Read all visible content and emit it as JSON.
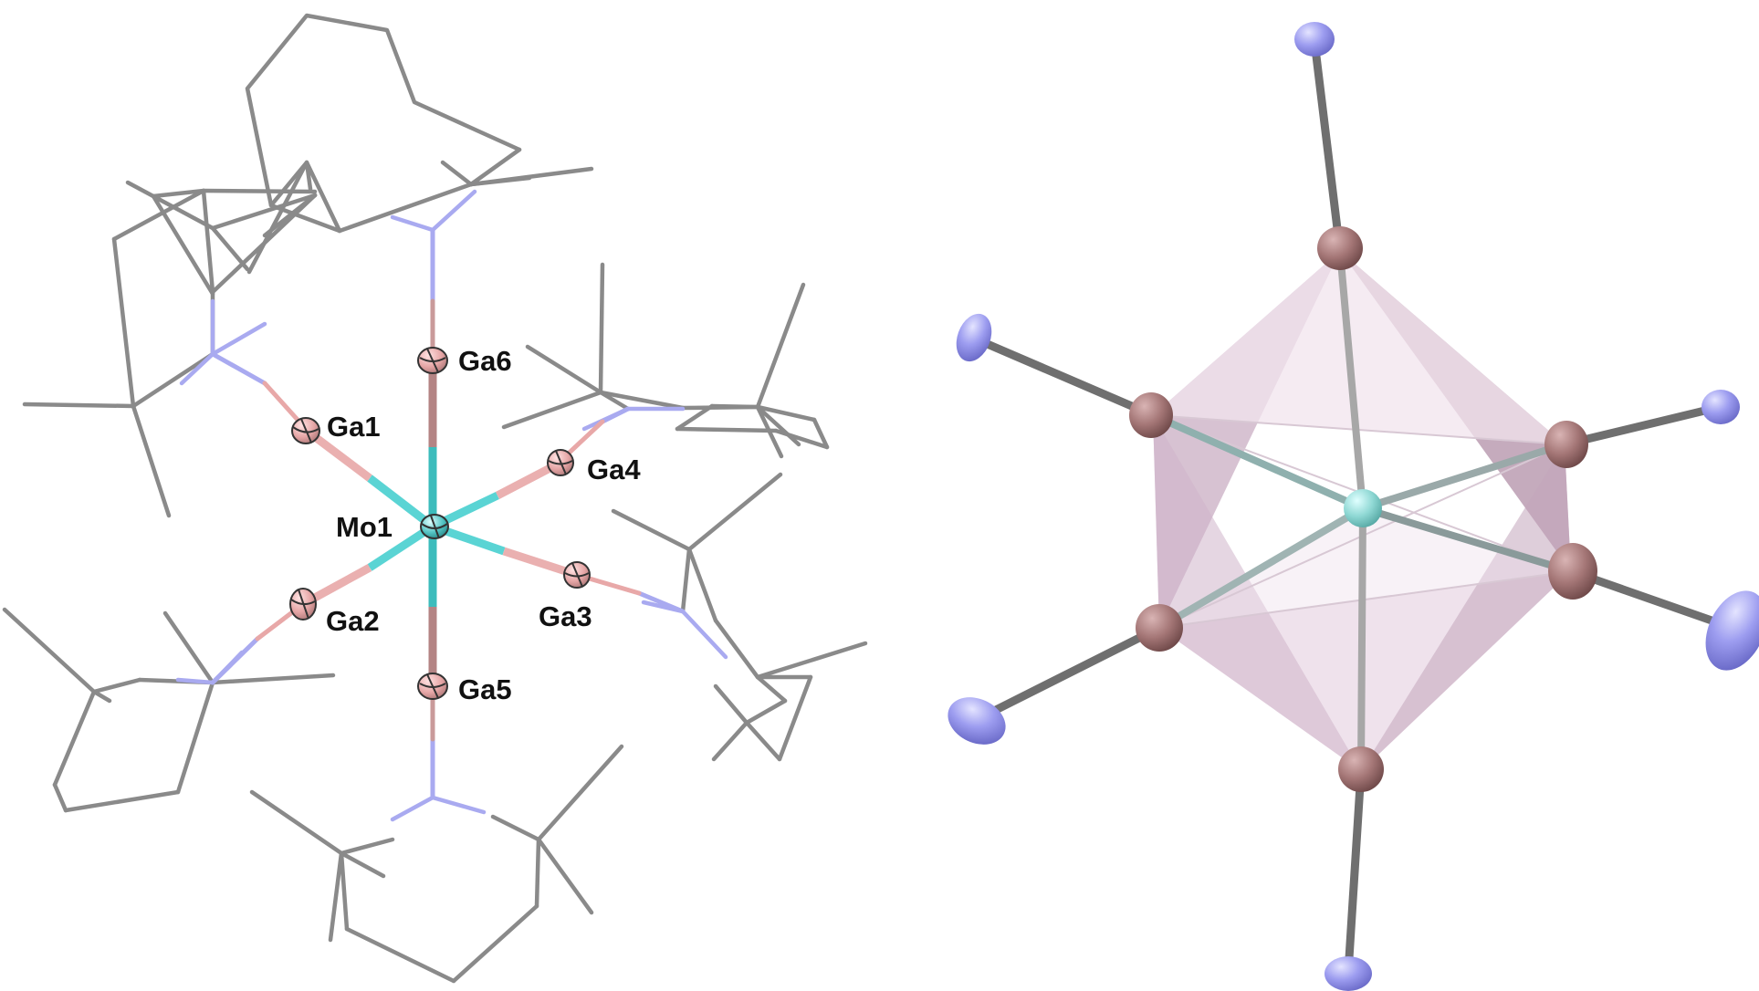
{
  "labels": {
    "mo1": "Mo1",
    "ga1": "Ga1",
    "ga2": "Ga2",
    "ga3": "Ga3",
    "ga4": "Ga4",
    "ga5": "Ga5",
    "ga6": "Ga6"
  },
  "colors": {
    "carbon_bond": "#8a8a8a",
    "nitrogen": "#a9aaf0",
    "gallium": "#e8a8a8",
    "gallium_dark": "#a77c7c",
    "molybdenum": "#4fc8c8",
    "polyhedron_fill": "#c8a8c0",
    "bond_grey": "#6f6f6f",
    "background": "#ffffff"
  }
}
